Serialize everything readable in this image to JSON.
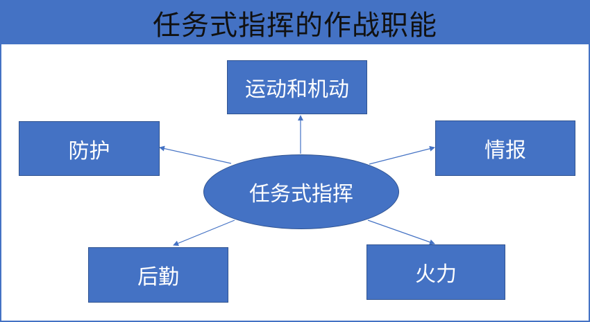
{
  "title": "任务式指挥的作战职能",
  "center": {
    "label": "任务式指挥"
  },
  "nodes": {
    "movement": "运动和机动",
    "protection": "防护",
    "intelligence": "情报",
    "sustainment": "后勤",
    "fires": "火力"
  },
  "colors": {
    "accent": "#4472c4",
    "node_border": "#2f528f",
    "node_text": "#ffffff",
    "title_text": "#111111"
  }
}
